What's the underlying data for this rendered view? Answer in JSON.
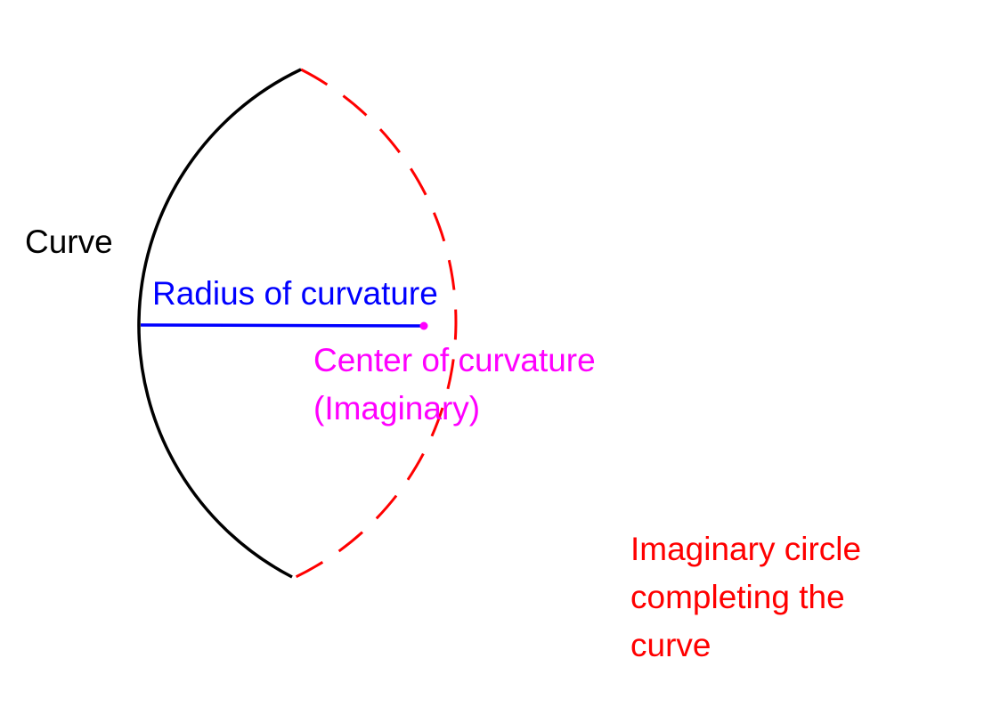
{
  "labels": {
    "curve": "Curve",
    "radius": "Radius of curvature",
    "center": [
      "Center of curvature",
      "(Imaginary)"
    ],
    "circle": [
      "Imaginary circle",
      "completing the",
      "curve"
    ]
  },
  "colors": {
    "curve": "#000000",
    "radius": "#0000ff",
    "center": "#ff00ff",
    "circle": "#ff0000",
    "background": "#ffffff"
  }
}
